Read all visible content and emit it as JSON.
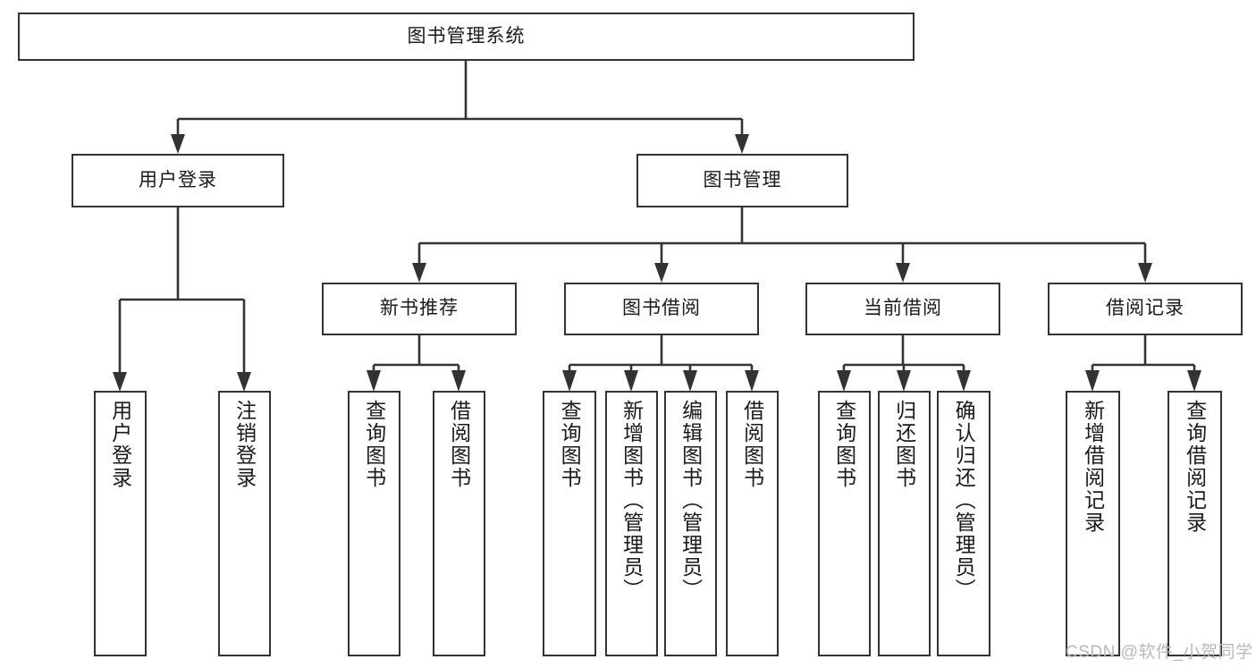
{
  "diagram": {
    "title": "图书管理系统",
    "type": "hierarchy-tree",
    "watermark": "CSDN @软件_小贺同学",
    "colors": {
      "box_border": "#333333",
      "box_fill": "#ffffff",
      "text": "#1a1a1a",
      "connector": "#333333",
      "watermark": "#b9b9b9",
      "background": "#ffffff"
    },
    "nodes": {
      "root": {
        "label": "图书管理系统"
      },
      "level2": [
        {
          "label": "用户登录"
        },
        {
          "label": "图书管理"
        }
      ],
      "level3": [
        {
          "label": "新书推荐"
        },
        {
          "label": "图书借阅"
        },
        {
          "label": "当前借阅"
        },
        {
          "label": "借阅记录"
        }
      ],
      "leaves": {
        "user_login": [
          {
            "label": "用户登录"
          },
          {
            "label": "注销登录"
          }
        ],
        "new_book_recommend": [
          {
            "label": "查询图书"
          },
          {
            "label": "借阅图书"
          }
        ],
        "book_borrow": [
          {
            "label": "查询图书"
          },
          {
            "label": "新增图书（管理员）"
          },
          {
            "label": "编辑图书（管理员）"
          },
          {
            "label": "借阅图书"
          }
        ],
        "current_borrow": [
          {
            "label": "查询图书"
          },
          {
            "label": "归还图书"
          },
          {
            "label": "确认归还（管理员）"
          }
        ],
        "borrow_record": [
          {
            "label": "新增借阅记录"
          },
          {
            "label": "查询借阅记录"
          }
        ]
      }
    }
  }
}
